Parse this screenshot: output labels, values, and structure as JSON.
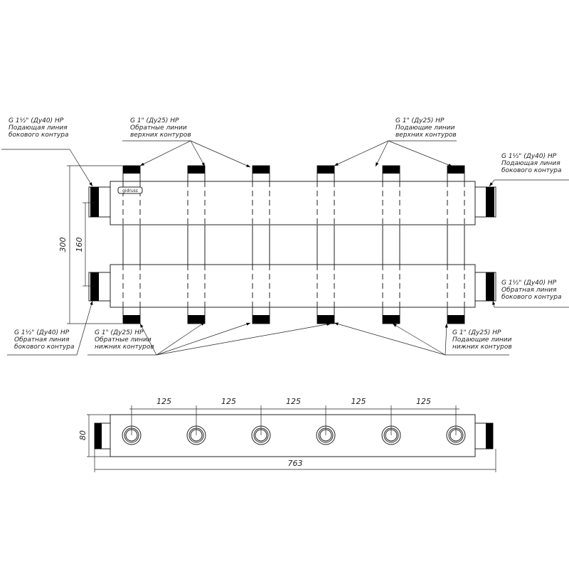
{
  "logo": "gidruss",
  "callouts": {
    "top_left": [
      "G 1½\" (Ду40) НР",
      "Подающая линия",
      "бокового контура"
    ],
    "top_mid_left": [
      "G 1\" (Ду25) НР",
      "Обратные линии",
      "верхних контуров"
    ],
    "top_mid_right": [
      "G 1\" (Ду25) НР",
      "Подающие линии",
      "верхних контуров"
    ],
    "top_right": [
      "G 1½\" (Ду40) НР",
      "Подающая линия",
      "бокового контура"
    ],
    "right_lower": [
      "G 1½\" (Ду40) НР",
      "Обратная линия",
      "бокового контура"
    ],
    "bottom_left": [
      "G 1½\" (Ду40) НР",
      "Обратная линия",
      "бокового контура"
    ],
    "bottom_mid": [
      "G 1\" (Ду25) НР",
      "Обратные линии",
      "нижних контуров"
    ],
    "bottom_right": [
      "G 1\" (Ду25) НР",
      "Подающие линии",
      "нижних контуров"
    ]
  },
  "dimensions": {
    "height_total": "300",
    "header_spacing": "160",
    "pitch": [
      "125",
      "125",
      "125",
      "125",
      "125"
    ],
    "depth": "80",
    "length": "763"
  }
}
